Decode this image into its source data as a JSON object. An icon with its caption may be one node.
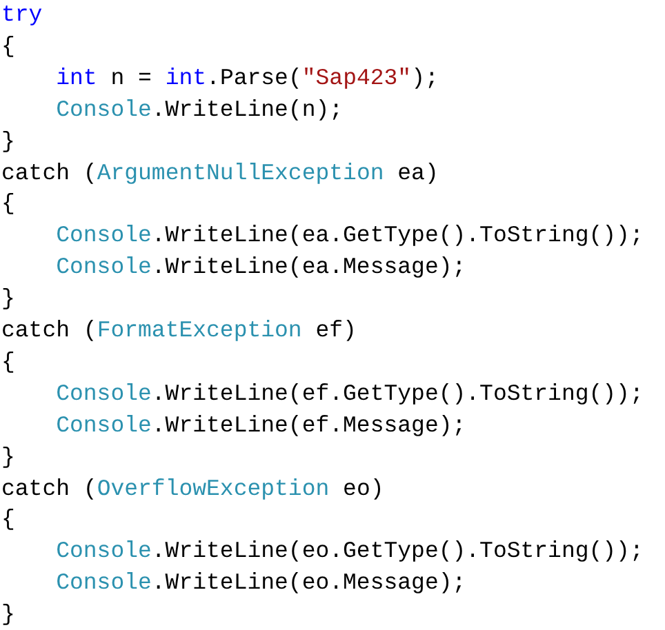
{
  "diagram": {
    "labels": [
      "try",
      "{",
      "int n = int.Parse(\"Sap423\");",
      "Console.WriteLine(n);",
      "}",
      "catch (ArgumentNullException ea)",
      "{",
      "Console.WriteLine(ea.GetType().ToString());",
      "Console.WriteLine(ea.Message);",
      "}",
      "catch (FormatException ef)",
      "{",
      "Console.WriteLine(ef.GetType().ToString());",
      "Console.WriteLine(ef.Message);",
      "}",
      "catch (OverflowException eo)",
      "{",
      "Console.WriteLine(eo.GetType().ToString());",
      "Console.WriteLine(eo.Message);",
      "}"
    ]
  }
}
